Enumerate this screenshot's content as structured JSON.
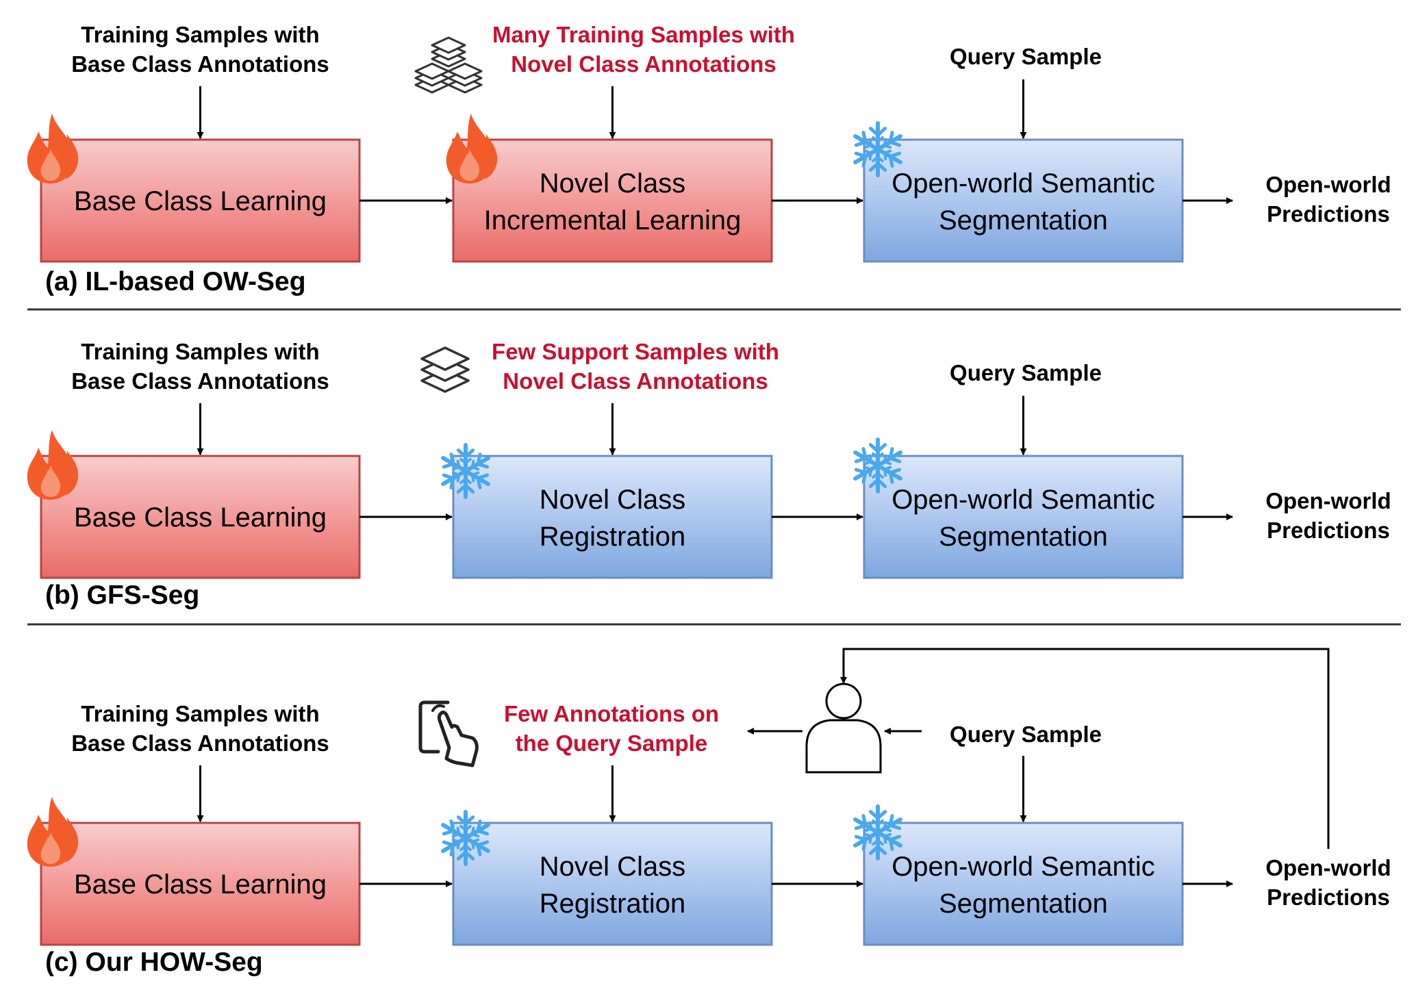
{
  "colors": {
    "red_text": "#c8102e",
    "red_box_top": "#f9cccc",
    "red_box_bottom": "#ea6b67",
    "red_box_border": "#b84545",
    "blue_box_top": "#dbe8fa",
    "blue_box_bottom": "#7ea6e0",
    "blue_box_border": "#6c8ebf",
    "fire": "#f25c2a",
    "snow": "#4aa8ec",
    "line": "#000000",
    "divider": "#333333"
  },
  "panels": {
    "a": {
      "caption": "(a) IL-based OW-Seg",
      "top_input_lines": [
        "Training Samples with",
        "Base Class Annotations"
      ],
      "novel_input_lines": [
        "Many Training Samples with",
        "Novel Class Annotations"
      ],
      "novel_input_icon": "stacked-layers-icon",
      "query_label": "Query Sample",
      "box1_lines": [
        "Base Class Learning"
      ],
      "box1_icon": "fire-icon",
      "box2_lines": [
        "Novel Class",
        "Incremental Learning"
      ],
      "box2_icon": "fire-icon",
      "box3_lines": [
        "Open-world Semantic",
        "Segmentation"
      ],
      "box3_icon": "snowflake-icon",
      "output_lines": [
        "Open-world",
        "Predictions"
      ]
    },
    "b": {
      "caption": "(b) GFS-Seg",
      "top_input_lines": [
        "Training Samples with",
        "Base Class Annotations"
      ],
      "novel_input_lines": [
        "Few Support Samples with",
        "Novel Class Annotations"
      ],
      "novel_input_icon": "layers-icon",
      "query_label": "Query Sample",
      "box1_lines": [
        "Base Class Learning"
      ],
      "box1_icon": "fire-icon",
      "box2_lines": [
        "Novel Class",
        "Registration"
      ],
      "box2_icon": "snowflake-icon",
      "box3_lines": [
        "Open-world Semantic",
        "Segmentation"
      ],
      "box3_icon": "snowflake-icon",
      "output_lines": [
        "Open-world",
        "Predictions"
      ]
    },
    "c": {
      "caption": "(c) Our HOW-Seg",
      "top_input_lines": [
        "Training Samples with",
        "Base Class Annotations"
      ],
      "novel_input_lines": [
        "Few Annotations on",
        "the Query Sample"
      ],
      "novel_input_icon": "touch-tap-icon",
      "human_icon": "person-icon",
      "query_label": "Query Sample",
      "box1_lines": [
        "Base Class Learning"
      ],
      "box1_icon": "fire-icon",
      "box2_lines": [
        "Novel Class",
        "Registration"
      ],
      "box2_icon": "snowflake-icon",
      "box3_lines": [
        "Open-world Semantic",
        "Segmentation"
      ],
      "box3_icon": "snowflake-icon",
      "output_lines": [
        "Open-world",
        "Predictions"
      ]
    }
  }
}
